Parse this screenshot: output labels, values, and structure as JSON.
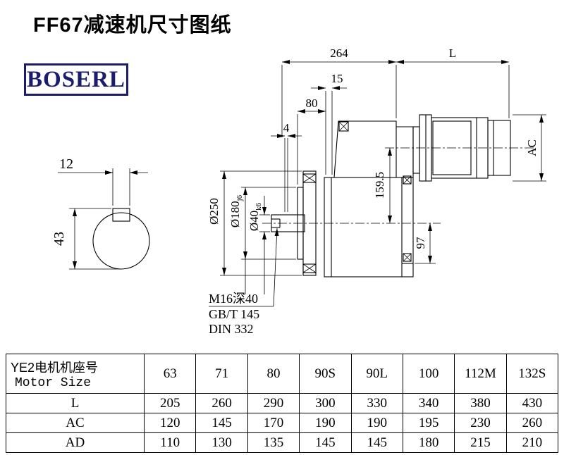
{
  "page": {
    "title": "FF67减速机尺寸图纸",
    "logo_text": "BOSERL"
  },
  "drawing": {
    "dims": {
      "top_length": "264",
      "motor_length_label": "L",
      "flange_thickness": "15",
      "dim_80": "80",
      "dim_4": "4",
      "motor_diameter_label": "AC",
      "center_height": "159.5",
      "dim_97": "97",
      "flange_diameter": "Ø250",
      "spigot_diameter": {
        "main": "Ø180",
        "sub": "j6"
      },
      "shaft_diameter": {
        "main": "Ø40",
        "sub": "k6"
      },
      "key_width": "12",
      "shaft_key_height": "43"
    },
    "notes": {
      "line1": "M16深40",
      "line2": "GB/T 145",
      "line3": "DIN 332"
    }
  },
  "table": {
    "header_cn": "YE2电机机座号",
    "header_en": "Motor Size",
    "columns": [
      "63",
      "71",
      "80",
      "90S",
      "90L",
      "100",
      "112M",
      "132S"
    ],
    "rows": [
      {
        "label": "L",
        "values": [
          "205",
          "260",
          "290",
          "300",
          "330",
          "340",
          "380",
          "430"
        ]
      },
      {
        "label": "AC",
        "values": [
          "120",
          "145",
          "170",
          "190",
          "190",
          "195",
          "230",
          "260"
        ]
      },
      {
        "label": "AD",
        "values": [
          "110",
          "130",
          "135",
          "145",
          "145",
          "180",
          "215",
          "210"
        ]
      }
    ]
  }
}
